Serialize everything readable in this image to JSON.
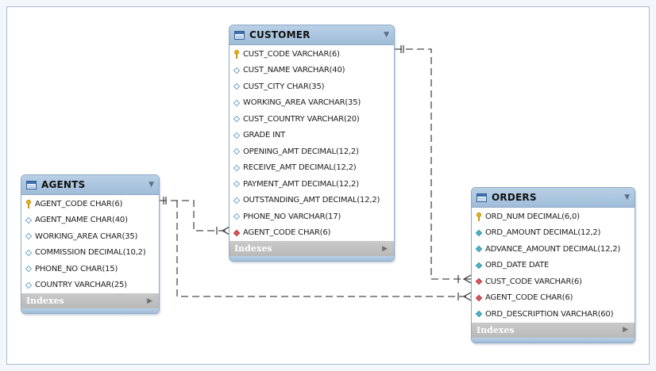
{
  "tables": {
    "customer": {
      "name": "CUSTOMER",
      "fields": [
        {
          "text": "CUST_CODE VARCHAR(6)",
          "kind": "key"
        },
        {
          "text": "CUST_NAME VARCHAR(40)",
          "kind": "empty"
        },
        {
          "text": "CUST_CITY CHAR(35)",
          "kind": "empty"
        },
        {
          "text": "WORKING_AREA VARCHAR(35)",
          "kind": "empty"
        },
        {
          "text": "CUST_COUNTRY VARCHAR(20)",
          "kind": "empty"
        },
        {
          "text": "GRADE INT",
          "kind": "empty"
        },
        {
          "text": "OPENING_AMT DECIMAL(12,2)",
          "kind": "empty"
        },
        {
          "text": "RECEIVE_AMT DECIMAL(12,2)",
          "kind": "empty"
        },
        {
          "text": "PAYMENT_AMT DECIMAL(12,2)",
          "kind": "empty"
        },
        {
          "text": "OUTSTANDING_AMT DECIMAL(12,2)",
          "kind": "empty"
        },
        {
          "text": "PHONE_NO VARCHAR(17)",
          "kind": "empty"
        },
        {
          "text": "AGENT_CODE CHAR(6)",
          "kind": "fk"
        }
      ],
      "indexes_label": "Indexes"
    },
    "agents": {
      "name": "AGENTS",
      "fields": [
        {
          "text": "AGENT_CODE CHAR(6)",
          "kind": "key"
        },
        {
          "text": "AGENT_NAME CHAR(40)",
          "kind": "empty"
        },
        {
          "text": "WORKING_AREA CHAR(35)",
          "kind": "empty"
        },
        {
          "text": "COMMISSION DECIMAL(10,2)",
          "kind": "empty"
        },
        {
          "text": "PHONE_NO CHAR(15)",
          "kind": "empty"
        },
        {
          "text": "COUNTRY VARCHAR(25)",
          "kind": "empty"
        }
      ],
      "indexes_label": "Indexes"
    },
    "orders": {
      "name": "ORDERS",
      "fields": [
        {
          "text": "ORD_NUM DECIMAL(6,0)",
          "kind": "key"
        },
        {
          "text": "ORD_AMOUNT DECIMAL(12,2)",
          "kind": "filled"
        },
        {
          "text": "ADVANCE_AMOUNT DECIMAL(12,2)",
          "kind": "filled"
        },
        {
          "text": "ORD_DATE DATE",
          "kind": "filled"
        },
        {
          "text": "CUST_CODE VARCHAR(6)",
          "kind": "fk"
        },
        {
          "text": "AGENT_CODE CHAR(6)",
          "kind": "fk"
        },
        {
          "text": "ORD_DESCRIPTION VARCHAR(60)",
          "kind": "filled"
        }
      ],
      "indexes_label": "Indexes"
    }
  },
  "relationships": [
    {
      "from": "customer.CUST_CODE",
      "to": "orders.CUST_CODE",
      "cardinality": "one-to-many"
    },
    {
      "from": "agents.AGENT_CODE",
      "to": "customer.AGENT_CODE",
      "cardinality": "one-to-many"
    },
    {
      "from": "agents.AGENT_CODE",
      "to": "orders.AGENT_CODE",
      "cardinality": "one-to-many"
    }
  ],
  "icons": {
    "table": "table-icon",
    "collapse": "collapse-arrow-icon",
    "primary_key": "key-icon",
    "column": "diamond-icon",
    "foreign_key": "foreign-key-diamond-icon",
    "expand_indexes": "expand-arrow-icon"
  },
  "colors": {
    "header": "#a9c6e2",
    "foreign_key": "#d8595e",
    "column_filled": "#4fb3cc",
    "key": "#e8b51a"
  }
}
